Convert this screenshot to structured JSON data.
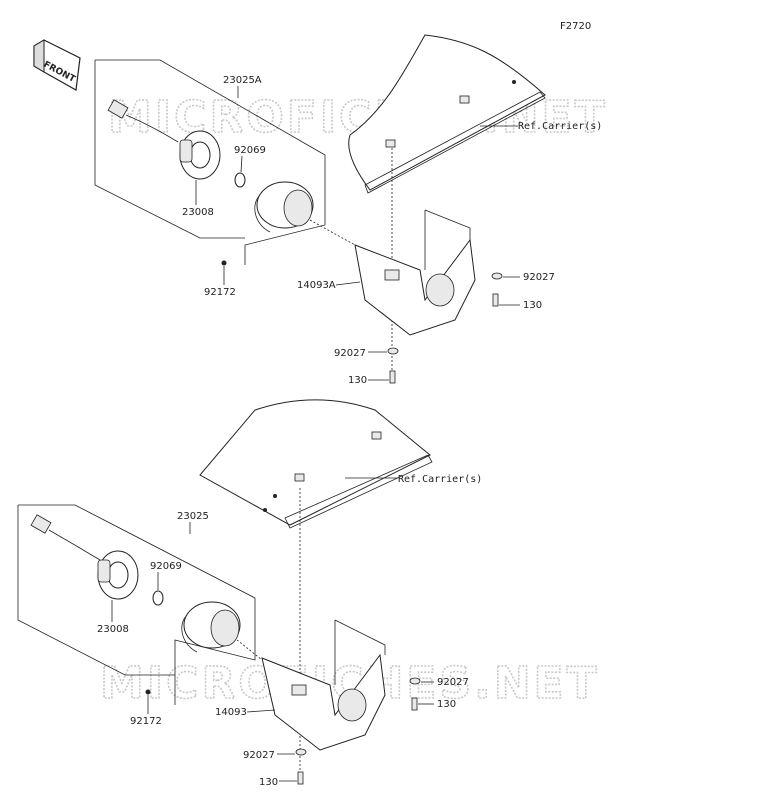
{
  "figure_id": "F2720",
  "front_label": "FRONT",
  "watermark": "MICROFICHES.NET",
  "upper": {
    "assembly": "23025A",
    "socket": "23008",
    "bulb": "92069",
    "clip": "92172",
    "bracket": "14093A",
    "washer_side": "92027",
    "bolt_side": "130",
    "washer_bottom": "92027",
    "bolt_bottom": "130",
    "ref": "Ref.Carrier(s)"
  },
  "lower": {
    "assembly": "23025",
    "socket": "23008",
    "bulb": "92069",
    "clip": "92172",
    "bracket": "14093",
    "washer_side": "92027",
    "bolt_side": "130",
    "washer_bottom": "92027",
    "bolt_bottom": "130",
    "ref": "Ref.Carrier(s)"
  }
}
